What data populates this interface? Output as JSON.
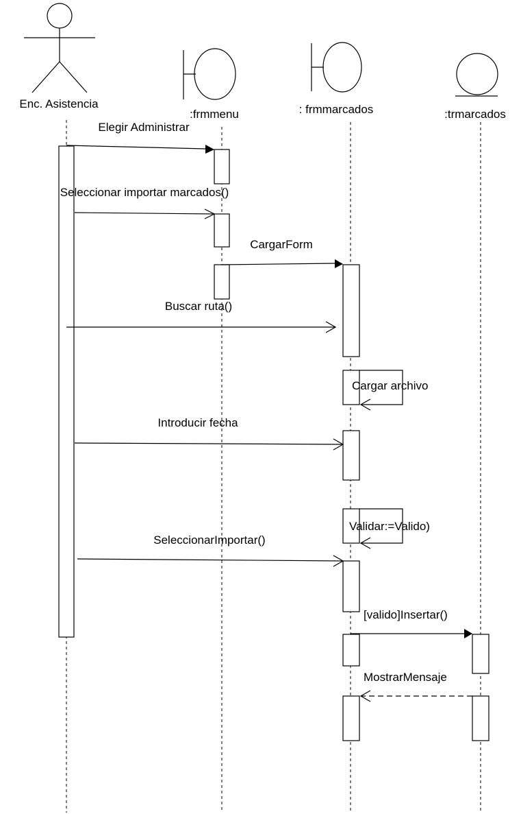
{
  "diagram": {
    "type": "sequence",
    "participants": [
      {
        "id": "actor",
        "kind": "actor",
        "label": "Enc. Asistencia"
      },
      {
        "id": "frmmenu",
        "kind": "boundary",
        "label": ":frmmenu"
      },
      {
        "id": "frmmarcados",
        "kind": "boundary",
        "label": ": frmmarcados"
      },
      {
        "id": "trmarcados",
        "kind": "entity",
        "label": ":trmarcados"
      }
    ],
    "messages": [
      {
        "id": "m1",
        "from": "actor",
        "to": "frmmenu",
        "style": "sync",
        "label": "Elegir Administrar"
      },
      {
        "id": "m2",
        "from": "actor",
        "to": "frmmenu",
        "style": "open",
        "label": "Seleccionar importar marcados()"
      },
      {
        "id": "m3",
        "from": "frmmenu",
        "to": "frmmarcados",
        "style": "sync",
        "label": "CargarForm"
      },
      {
        "id": "m4",
        "from": "actor",
        "to": "frmmarcados",
        "style": "open",
        "label": "Buscar ruta()"
      },
      {
        "id": "m5",
        "from": "frmmarcados",
        "to": "frmmarcados",
        "style": "self",
        "label": "Cargar archivo"
      },
      {
        "id": "m6",
        "from": "actor",
        "to": "frmmarcados",
        "style": "open",
        "label": "Introducir fecha"
      },
      {
        "id": "m7",
        "from": "frmmarcados",
        "to": "frmmarcados",
        "style": "self",
        "label": "Validar:=Valido)"
      },
      {
        "id": "m8",
        "from": "actor",
        "to": "frmmarcados",
        "style": "open",
        "label": "SeleccionarImportar()"
      },
      {
        "id": "m9",
        "from": "frmmarcados",
        "to": "trmarcados",
        "style": "sync",
        "label": "[valido]Insertar()"
      },
      {
        "id": "m10",
        "from": "trmarcados",
        "to": "frmmarcados",
        "style": "return",
        "label": "MostrarMensaje"
      }
    ]
  }
}
